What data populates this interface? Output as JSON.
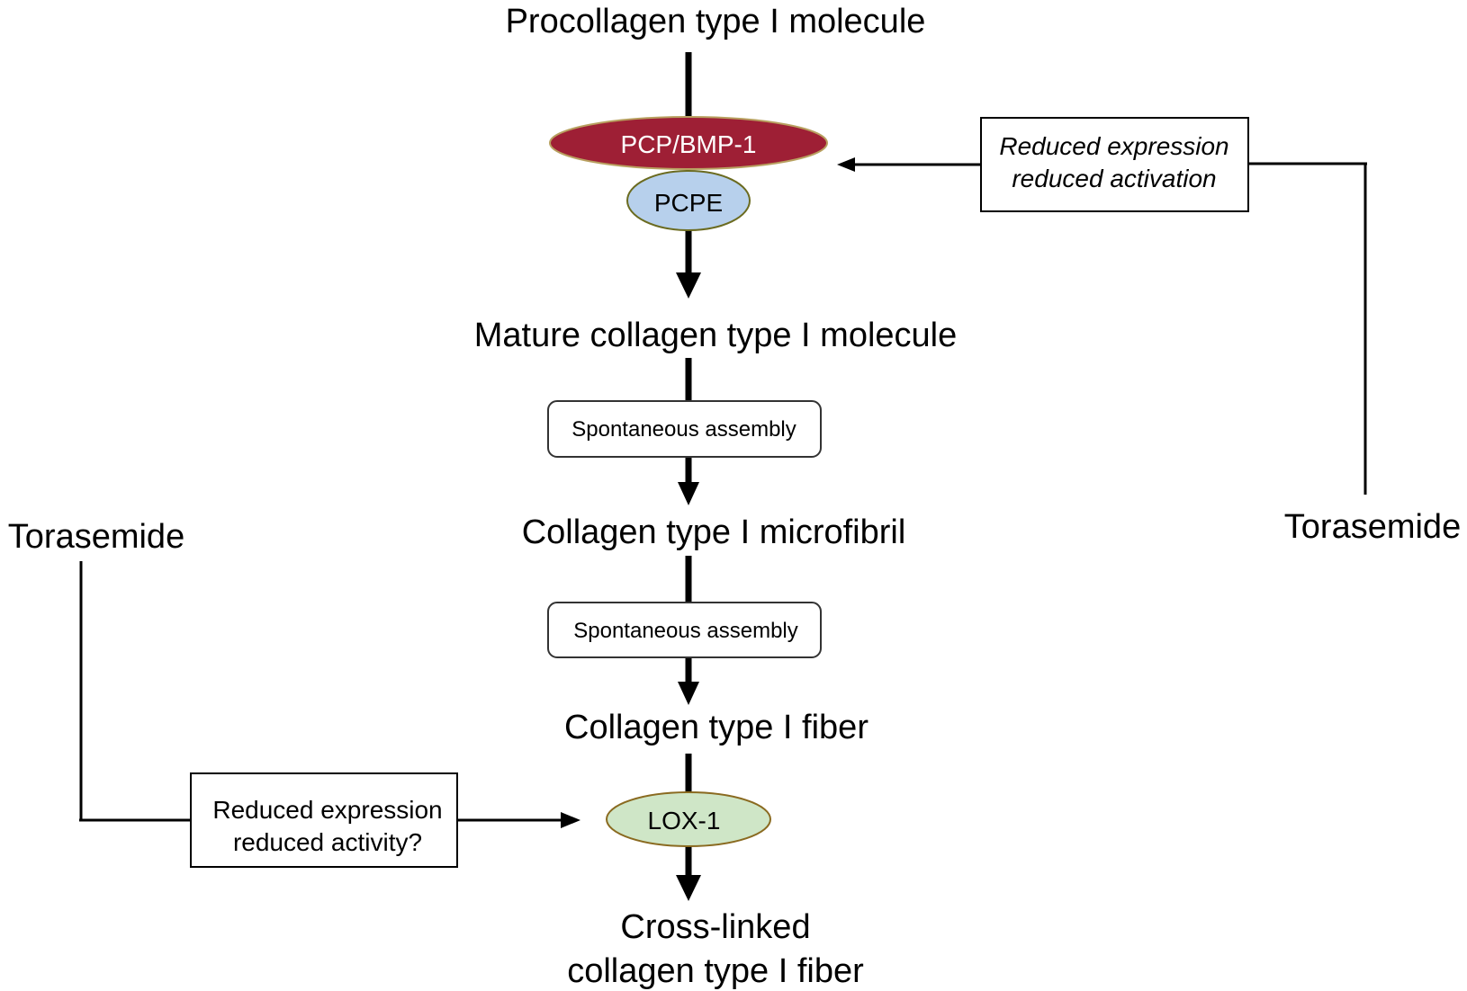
{
  "colors": {
    "pcp_fill": "#9e1f35",
    "pcp_stroke": "#b8a060",
    "pcpe_fill": "#b7d0ec",
    "pcpe_stroke": "#6b6b20",
    "lox_fill": "#cfe6c7",
    "lox_stroke": "#8a6a20",
    "line": "#000000"
  },
  "nodes": {
    "procollagen": "Procollagen type I molecule",
    "pcp_bmp1": "PCP/BMP-1",
    "pcpe": "PCPE",
    "mature": "Mature collagen type I molecule",
    "assembly1": "Spontaneous assembly",
    "microfibril": "Collagen type I microfibril",
    "assembly2": "Spontaneous assembly",
    "fiber": "Collagen type I fiber",
    "lox1": "LOX-1",
    "crosslinked_line1": "Cross-linked",
    "crosslinked_line2": "collagen type I fiber"
  },
  "right_branch": {
    "drug": "Torasemide",
    "effect_line1": "Reduced expression",
    "effect_line2": "reduced activation"
  },
  "left_branch": {
    "drug": "Torasemide",
    "effect_line1": "Reduced expression",
    "effect_line2": "reduced activity?"
  }
}
